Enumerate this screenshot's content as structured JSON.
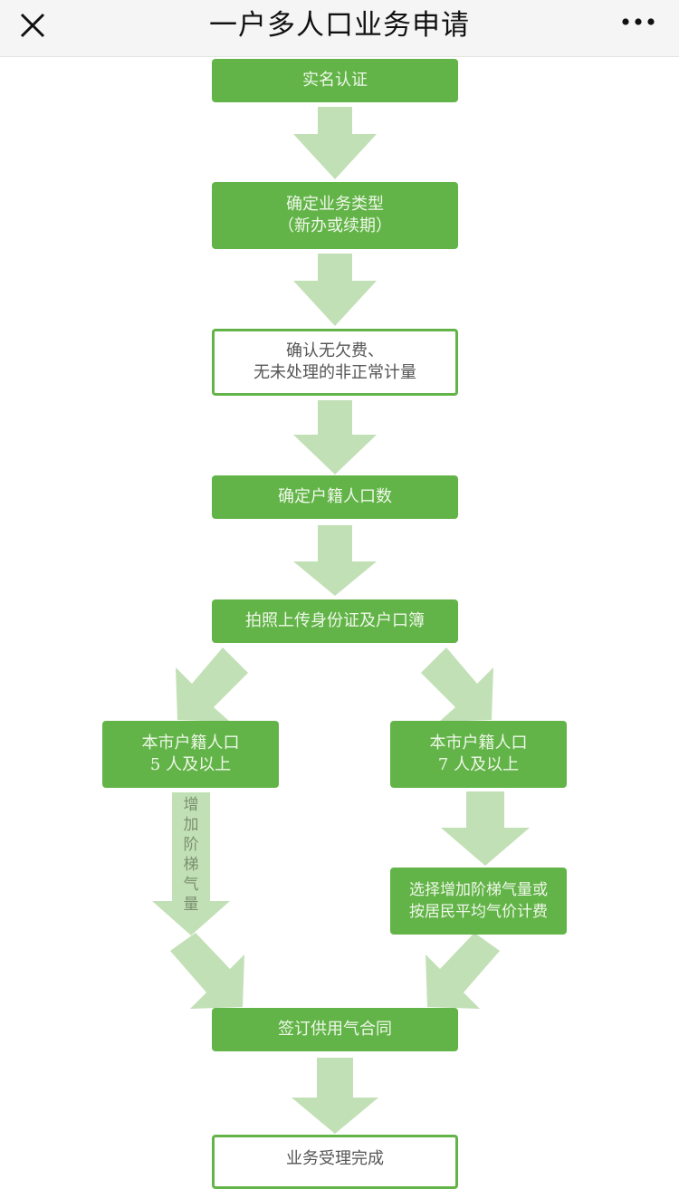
{
  "header": {
    "title": "一户多人口业务申请",
    "close_icon": "close-icon",
    "more_icon": "more-icon"
  },
  "colors": {
    "step_fill": "#63b448",
    "arrow_fill": "#c2e0b6",
    "header_bg": "#f5f5f5"
  },
  "flow": {
    "steps": [
      {
        "id": "real-name",
        "label": "实名认证"
      },
      {
        "id": "business-type",
        "label": "确定业务类型\n（新办或续期）"
      },
      {
        "id": "no-arrears",
        "label": "确认无欠费、\n无未处理的非正常计量"
      },
      {
        "id": "household-count",
        "label": "确定户籍人口数"
      },
      {
        "id": "upload-docs",
        "label": "拍照上传身份证及户口簿"
      },
      {
        "id": "five-plus",
        "label": "本市户籍人口\n5 人及以上"
      },
      {
        "id": "seven-plus",
        "label": "本市户籍人口\n7 人及以上"
      },
      {
        "id": "choose-option",
        "label": "选择增加阶梯气量或\n按居民平均气价计费"
      },
      {
        "id": "sign-contract",
        "label": "签订供用气合同"
      },
      {
        "id": "complete",
        "label": "业务受理完成"
      }
    ],
    "arrow_label": "增加阶梯气量"
  }
}
